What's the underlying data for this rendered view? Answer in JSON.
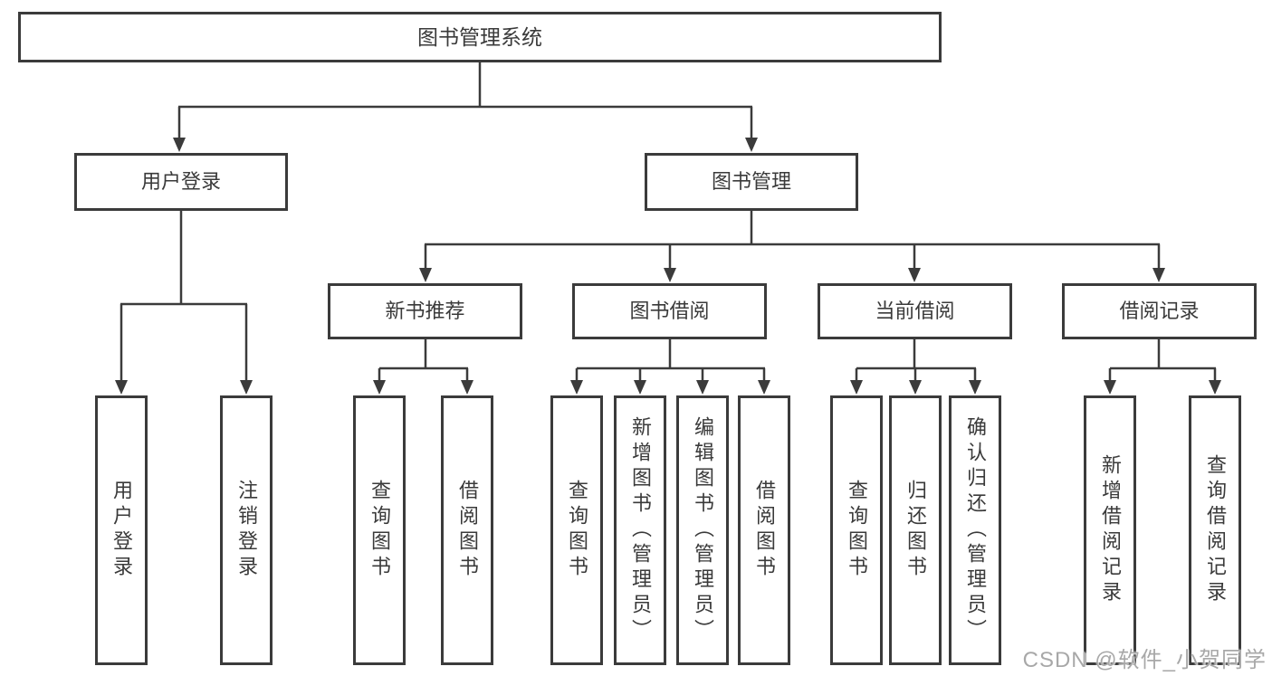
{
  "diagram": {
    "root": {
      "label": "图书管理系统",
      "children": [
        {
          "label": "用户登录",
          "children": [
            {
              "label": "用户登录"
            },
            {
              "label": "注销登录"
            }
          ]
        },
        {
          "label": "图书管理",
          "children": [
            {
              "label": "新书推荐",
              "children": [
                {
                  "label": "查询图书"
                },
                {
                  "label": "借阅图书"
                }
              ]
            },
            {
              "label": "图书借阅",
              "children": [
                {
                  "label": "查询图书"
                },
                {
                  "label": "新增图书（管理员）"
                },
                {
                  "label": "编辑图书（管理员）"
                },
                {
                  "label": "借阅图书"
                }
              ]
            },
            {
              "label": "当前借阅",
              "children": [
                {
                  "label": "查询图书"
                },
                {
                  "label": "归还图书"
                },
                {
                  "label": "确认归还（管理员）"
                }
              ]
            },
            {
              "label": "借阅记录",
              "children": [
                {
                  "label": "新增借阅记录"
                },
                {
                  "label": "查询借阅记录"
                }
              ]
            }
          ]
        }
      ]
    }
  },
  "watermark": "CSDN @软件_小贺同学",
  "colors": {
    "background": "#ffffff",
    "border": "#3b3b3b",
    "text": "#3a3a3a",
    "line": "#3b3b3b",
    "watermark": "#a8a8a8"
  }
}
